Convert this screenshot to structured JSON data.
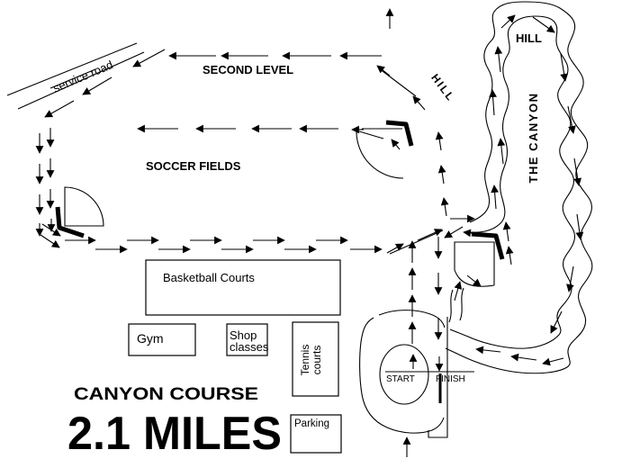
{
  "title": {
    "course_name": "CANYON COURSE",
    "distance": "2.1 MILES"
  },
  "map": {
    "labels": {
      "service_road": "service road",
      "second_level": "SECOND LEVEL",
      "hill_top": "HILL",
      "hill_side": "HILL",
      "the_canyon": "THE CANYON",
      "soccer_fields": "SOCCER FIELDS",
      "start": "START",
      "finish": "FINISH"
    },
    "buildings": {
      "basketball": "Basketball Courts",
      "gym": "Gym",
      "shop_line1": "Shop",
      "shop_line2": "classes",
      "tennis_line1": "Tennis",
      "tennis_line2": "courts",
      "parking": "Parking"
    },
    "colors": {
      "ink": "#000000",
      "background": "#ffffff"
    }
  }
}
